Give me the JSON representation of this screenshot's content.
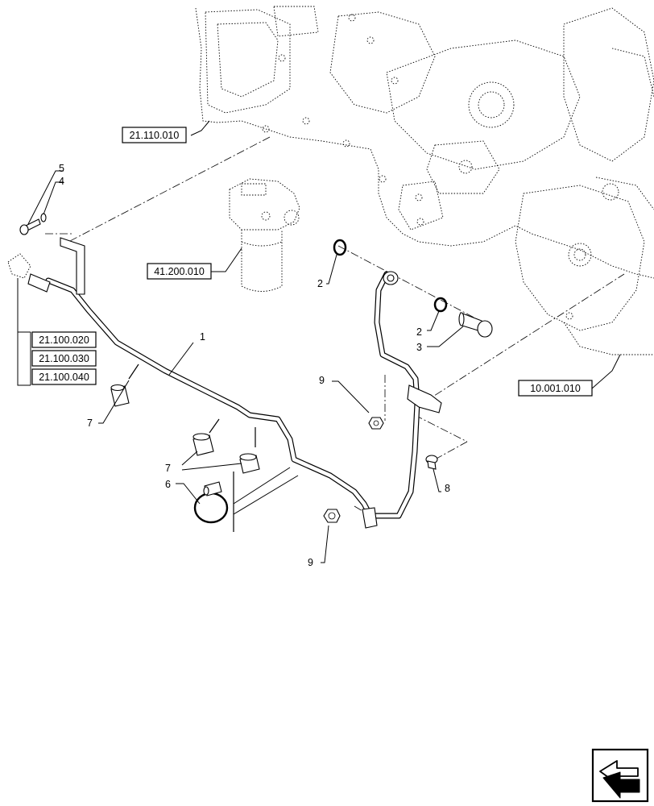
{
  "references": {
    "engine_block": "21.110.010",
    "oil_filter": "41.200.010",
    "engine_assembly": "10.001.010",
    "transmission_1": "21.100.020",
    "transmission_2": "21.100.030",
    "transmission_3": "21.100.040"
  },
  "callouts": {
    "pipe": "1",
    "washer_a": "2",
    "washer_b": "2",
    "banjo_bolt": "3",
    "washer_small": "4",
    "screw_top": "5",
    "hose_clamp": "6",
    "spacer_a": "7",
    "spacer_b": "7",
    "screw_right": "8",
    "nut_a": "9",
    "nut_b": "9"
  },
  "icons": {
    "next_page": "next-page-arrow-icon"
  }
}
